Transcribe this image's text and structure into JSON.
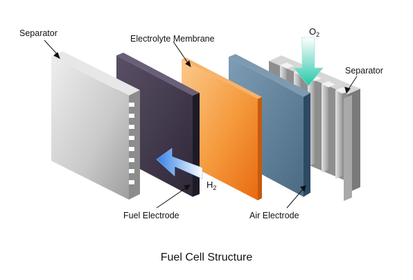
{
  "labels": {
    "separator_left": "Separator",
    "electrolyte_membrane": "Electrolyte Membrane",
    "separator_right": "Separator",
    "fuel_electrode": "Fuel Electrode",
    "air_electrode": "Air Electrode"
  },
  "gases": {
    "oxygen": {
      "base": "O",
      "sub": "2"
    },
    "hydrogen": {
      "base": "H",
      "sub": "2"
    }
  },
  "caption": "Fuel Cell Structure",
  "colors": {
    "separator": "#c8c8c8",
    "fuel_electrode": "#3e3648",
    "electrolyte_membrane": "#f49a3c",
    "air_electrode": "#5a7b95",
    "h2_arrow": "#2f7fe8",
    "o2_arrow": "#22c7a6"
  }
}
